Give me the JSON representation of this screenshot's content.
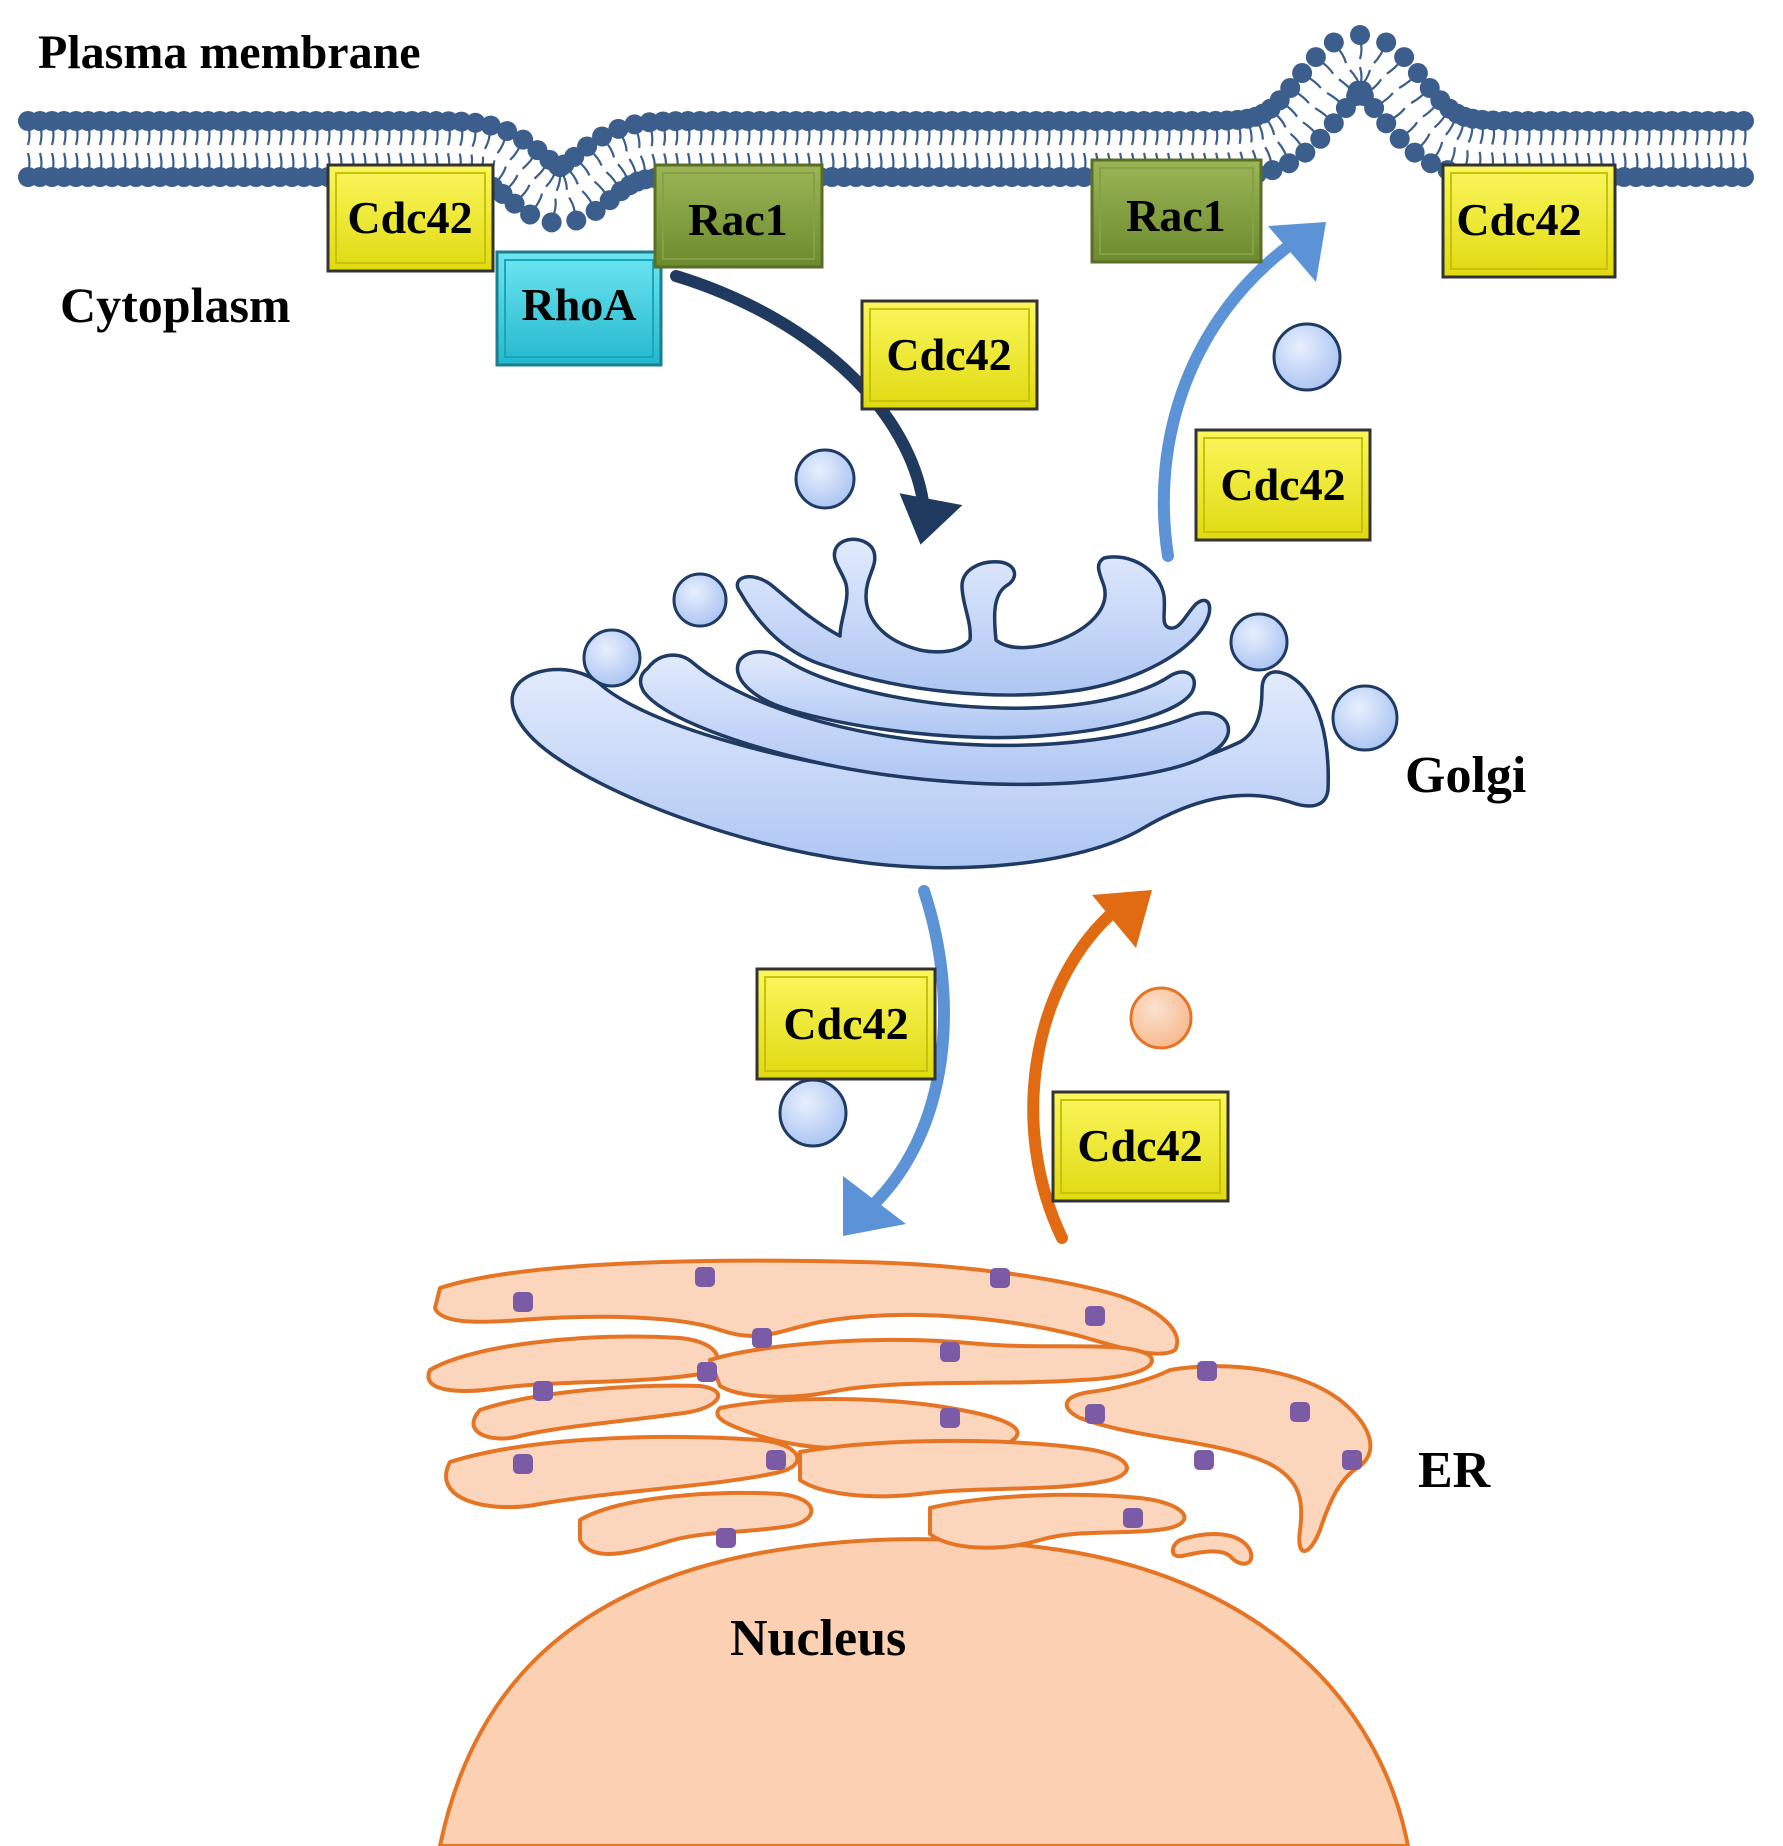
{
  "labels": {
    "plasma_membrane": "Plasma membrane",
    "cytoplasm": "Cytoplasm",
    "golgi": "Golgi",
    "er": "ER",
    "nucleus": "Nucleus"
  },
  "proteins": {
    "cdc42": "Cdc42",
    "rac1": "Rac1",
    "rhoa": "RhoA"
  },
  "colors": {
    "membrane": "#3b5e8c",
    "cdc42": "#f7f21c",
    "rac1": "#7d9a3c",
    "rhoa": "#3fd0e0",
    "golgi_fill": "#c9d9f8",
    "golgi_stroke": "#1f3a63",
    "er_fill": "#fbd6bd",
    "er_stroke": "#e57524",
    "nucleus_fill": "#fbd0b3",
    "arrow_dark": "#1f3a5e",
    "arrow_light": "#5b93d6",
    "arrow_orange": "#e06b12",
    "ribosome": "#7b5aa6"
  }
}
